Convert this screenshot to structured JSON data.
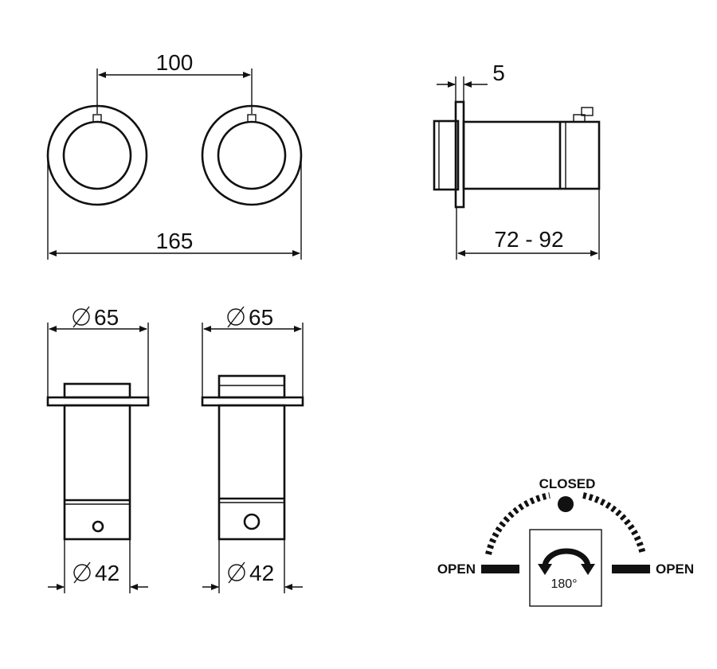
{
  "front_view": {
    "dim_center_distance": "100",
    "dim_overall_width": "165"
  },
  "side_view": {
    "dim_flange_thickness": "5",
    "dim_depth_range": "72 - 92"
  },
  "bottom_views": {
    "left_top_diameter": "65",
    "left_bottom_diameter": "42",
    "right_top_diameter": "65",
    "right_bottom_diameter": "42",
    "diameter_symbol": "⌀"
  },
  "rotation_legend": {
    "closed_label": "CLOSED",
    "open_left_label": "OPEN",
    "open_right_label": "OPEN",
    "rotation_angle": "180°"
  }
}
